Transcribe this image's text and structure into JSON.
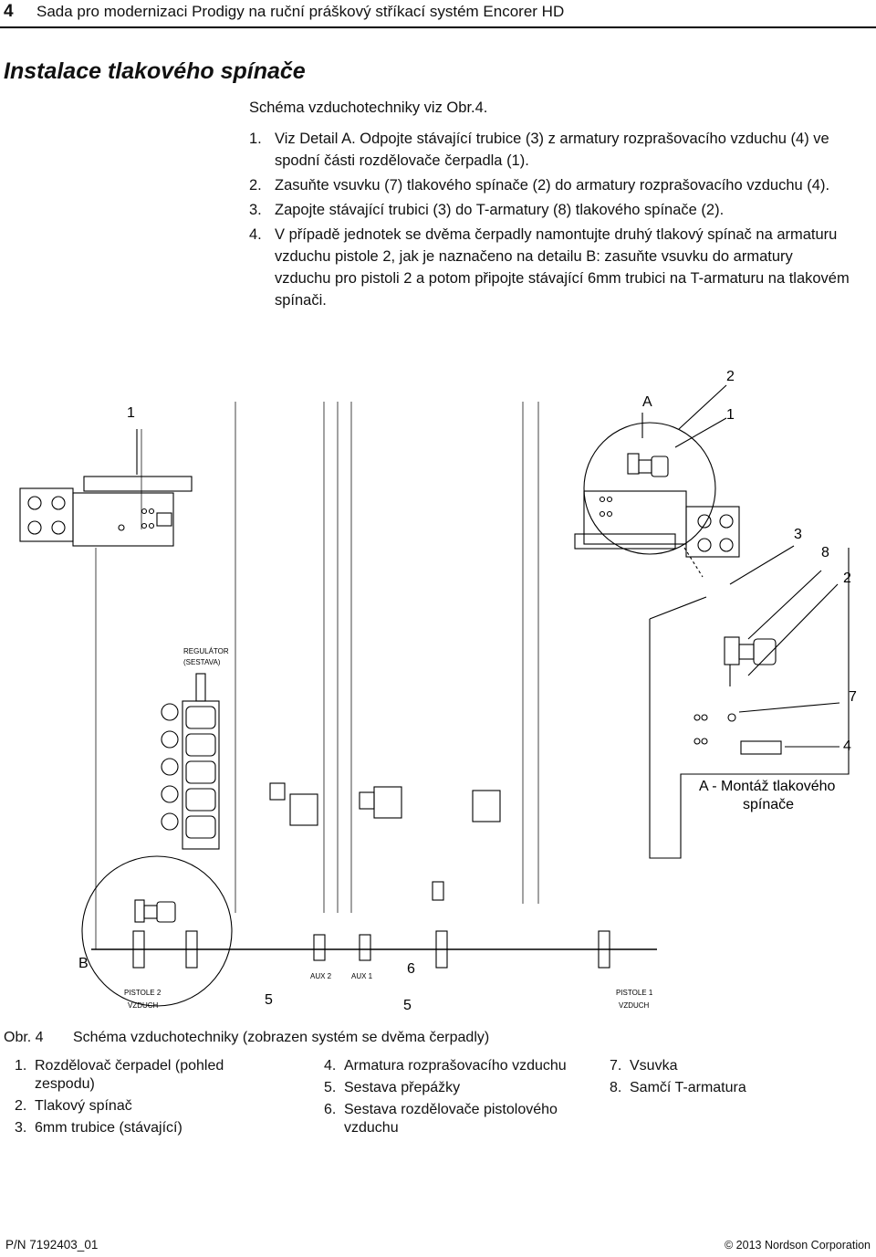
{
  "header": {
    "page_number": "4",
    "title": "Sada pro modernizaci Prodigy na ruční práškový stříkací systém Encorer HD"
  },
  "section": {
    "title": "Instalace tlakového spínače"
  },
  "intro": "Schéma vzduchotechniky viz Obr.4.",
  "steps": [
    {
      "num": "1.",
      "text": "Viz Detail A. Odpojte stávající trubice (3) z armatury rozprašovacího vzduchu (4) ve spodní části rozdělovače čerpadla (1)."
    },
    {
      "num": "2.",
      "text": "Zasuňte vsuvku (7) tlakového spínače (2) do armatury rozprašovacího vzduchu (4)."
    },
    {
      "num": "3.",
      "text": "Zapojte stávající trubici (3) do T-armatury (8) tlakového spínače (2)."
    },
    {
      "num": "4.",
      "text": "V případě jednotek se dvěma čerpadly namontujte druhý tlakový spínač na armaturu vzduchu pistole 2, jak je naznačeno na detailu B: zasuňte vsuvku do armatury vzduchu pro pistoli 2 a potom připojte stávající 6mm trubici na T-armaturu na tlakovém spínači."
    }
  ],
  "diagram": {
    "callouts": {
      "c1_left": "1",
      "cA": "A",
      "c2_top": "2",
      "c1_right": "1",
      "c3": "3",
      "c8": "8",
      "c2_right": "2",
      "c7": "7",
      "c4": "4",
      "cB": "B",
      "c5_left": "5",
      "c6": "6",
      "c5_mid": "5"
    },
    "regulator_label_1": "REGULÁTOR",
    "regulator_label_2": "(SESTAVA)",
    "detail_a_caption_1": "A - Montáž tlakového",
    "detail_a_caption_2": "spínače",
    "aux2": "AUX 2",
    "aux1": "AUX 1",
    "pistole2": "PISTOLE 2",
    "pistole2_air": "VZDUCH",
    "pistole1": "PISTOLE 1",
    "pistole1_air": "VZDUCH"
  },
  "figure": {
    "number": "Obr. 4",
    "caption": "Schéma vzduchotechniky (zobrazen systém se dvěma čerpadly)"
  },
  "legend": {
    "col1": [
      {
        "num": "1.",
        "text": "Rozdělovač čerpadel (pohled zespodu)"
      },
      {
        "num": "2.",
        "text": "Tlakový spínač"
      },
      {
        "num": "3.",
        "text": "6mm trubice (stávající)"
      }
    ],
    "col2": [
      {
        "num": "4.",
        "text": "Armatura rozprašovacího vzduchu"
      },
      {
        "num": "5.",
        "text": "Sestava přepážky"
      },
      {
        "num": "6.",
        "text": "Sestava rozdělovače pistolového vzduchu"
      }
    ],
    "col3": [
      {
        "num": "7.",
        "text": "Vsuvka"
      },
      {
        "num": "8.",
        "text": "Samčí T-armatura"
      }
    ]
  },
  "footer": {
    "part_number": "P/N 7192403_01",
    "copyright": "© 2013 Nordson Corporation"
  }
}
